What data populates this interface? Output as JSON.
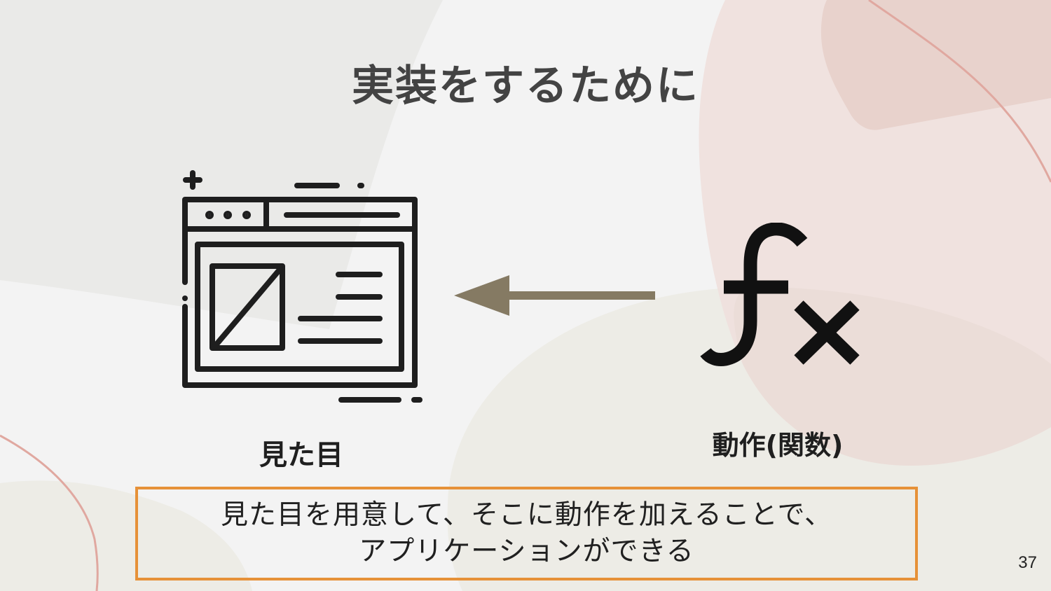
{
  "slide": {
    "title": "実装をするために",
    "page_number": "37"
  },
  "left": {
    "icon": "browser-window-icon",
    "label": "見た目"
  },
  "arrow": {
    "icon": "arrow-left-icon",
    "color": "#857a63"
  },
  "right": {
    "icon": "function-fx-icon",
    "label": "動作(関数)"
  },
  "callout": {
    "line1": "見た目を用意して、そこに動作を加えることで、",
    "line2": "アプリケーションができる",
    "border_color": "#e69138"
  },
  "colors": {
    "background": "#f3f3f3",
    "title_text": "#434343",
    "pink_shape": "#efe0dd",
    "pink_shape_dark": "#e8d2cc",
    "beige_shape": "#edece6",
    "curve_line": "#e0a8a0"
  }
}
